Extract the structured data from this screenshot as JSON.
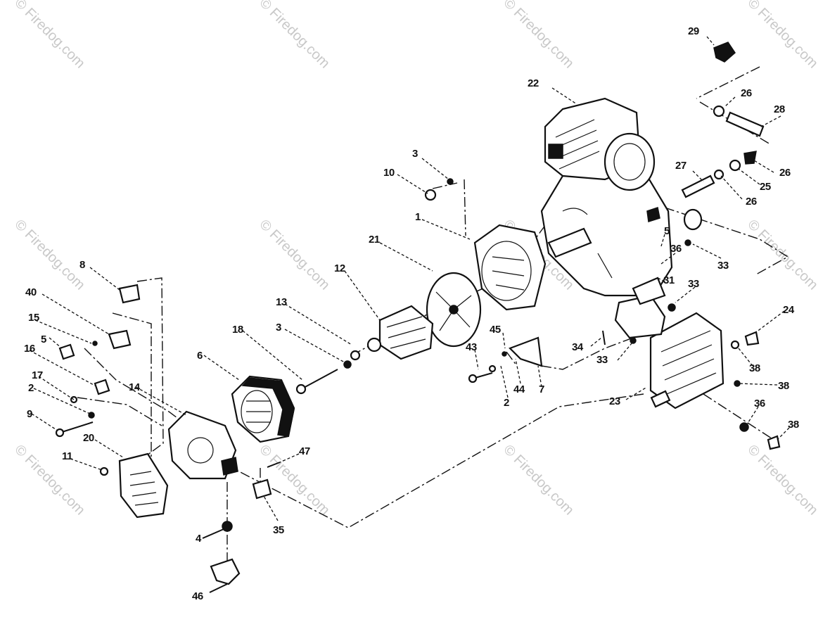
{
  "watermark": {
    "text": "Firedog.com",
    "symbol": "©",
    "color": "#c8c8c8"
  },
  "callouts": [
    {
      "id": "c29",
      "label": "29"
    },
    {
      "id": "c22",
      "label": "22"
    },
    {
      "id": "c26a",
      "label": "26"
    },
    {
      "id": "c28",
      "label": "28"
    },
    {
      "id": "c26b",
      "label": "26"
    },
    {
      "id": "c25",
      "label": "25"
    },
    {
      "id": "c26c",
      "label": "26"
    },
    {
      "id": "c27",
      "label": "27"
    },
    {
      "id": "c3a",
      "label": "3"
    },
    {
      "id": "c10",
      "label": "10"
    },
    {
      "id": "c1",
      "label": "1"
    },
    {
      "id": "c21",
      "label": "21"
    },
    {
      "id": "c5a",
      "label": "5"
    },
    {
      "id": "c36a",
      "label": "36"
    },
    {
      "id": "c33a",
      "label": "33"
    },
    {
      "id": "c31",
      "label": "31"
    },
    {
      "id": "c33b",
      "label": "33"
    },
    {
      "id": "c12",
      "label": "12"
    },
    {
      "id": "c24",
      "label": "24"
    },
    {
      "id": "c8",
      "label": "8"
    },
    {
      "id": "c40",
      "label": "40"
    },
    {
      "id": "c13",
      "label": "13"
    },
    {
      "id": "c15",
      "label": "15"
    },
    {
      "id": "c45",
      "label": "45"
    },
    {
      "id": "c3b",
      "label": "3"
    },
    {
      "id": "c18",
      "label": "18"
    },
    {
      "id": "c34",
      "label": "34"
    },
    {
      "id": "c43",
      "label": "43"
    },
    {
      "id": "c5b",
      "label": "5"
    },
    {
      "id": "c16",
      "label": "16"
    },
    {
      "id": "c33c",
      "label": "33"
    },
    {
      "id": "c38a",
      "label": "38"
    },
    {
      "id": "c6",
      "label": "6"
    },
    {
      "id": "c44",
      "label": "44"
    },
    {
      "id": "c7",
      "label": "7"
    },
    {
      "id": "c17",
      "label": "17"
    },
    {
      "id": "c14",
      "label": "14"
    },
    {
      "id": "c2a",
      "label": "2"
    },
    {
      "id": "c38b",
      "label": "38"
    },
    {
      "id": "c2b",
      "label": "2"
    },
    {
      "id": "c23",
      "label": "23"
    },
    {
      "id": "c36b",
      "label": "36"
    },
    {
      "id": "c9",
      "label": "9"
    },
    {
      "id": "c38c",
      "label": "38"
    },
    {
      "id": "c20",
      "label": "20"
    },
    {
      "id": "c11",
      "label": "11"
    },
    {
      "id": "c47",
      "label": "47"
    },
    {
      "id": "c35",
      "label": "35"
    },
    {
      "id": "c4",
      "label": "4"
    },
    {
      "id": "c46",
      "label": "46"
    }
  ]
}
